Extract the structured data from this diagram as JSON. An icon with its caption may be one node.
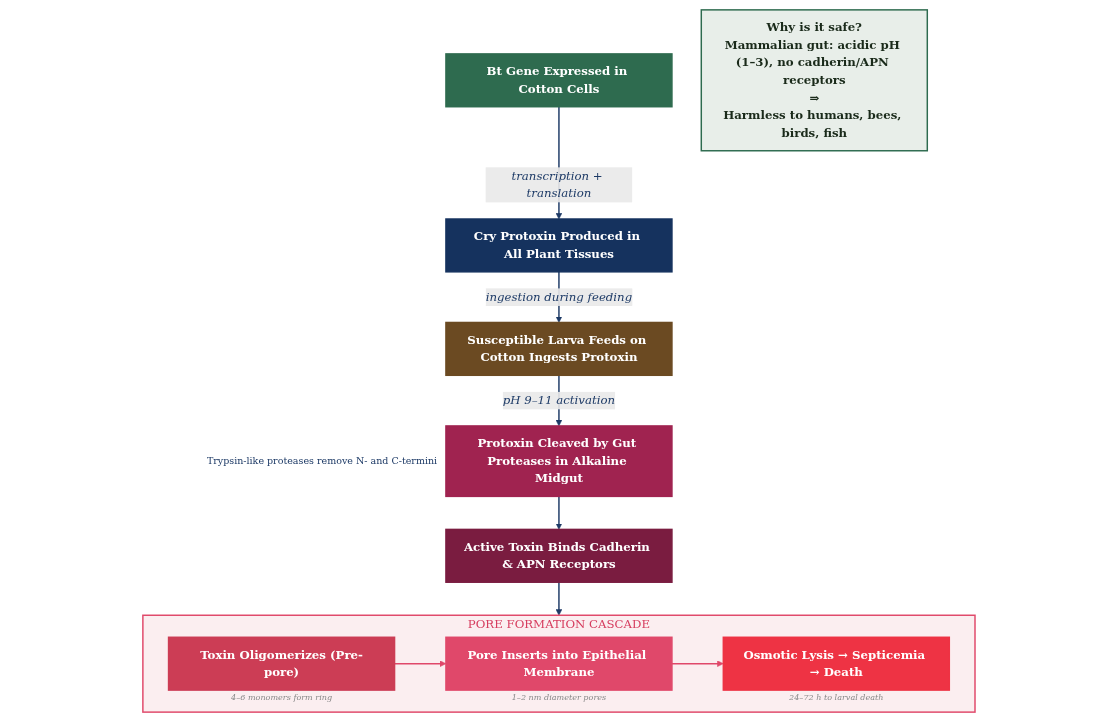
{
  "diagram": {
    "nodes": [
      {
        "text": [
          "Bt Gene Expressed in Cotton Cells"
        ]
      },
      {
        "text": [
          "Cry Protoxin Produced in All Plant Tissues"
        ]
      },
      {
        "text": [
          "Susceptible Larva Feeds on Cotton Ingests Protoxin"
        ]
      },
      {
        "text": [
          "Protoxin Cleaved by Gut Proteases in Alkaline Midgut"
        ],
        "beside": [
          "Trypsin-like proteases remove N- and C-termini"
        ]
      },
      {
        "text": [
          "Active Toxin Binds Cadherin & APN Receptors"
        ]
      },
      {
        "text": [
          "PORE FORMATION CASCADE"
        ]
      },
      {
        "text": [
          "Toxin Oligomerizes (Pre-pore)"
        ],
        "in": 5,
        "beside": [
          "4–6 monomers form ring"
        ]
      },
      {
        "text": [
          "Pore Inserts into Epithelial Membrane"
        ],
        "in": 5,
        "beside": [
          "1–2 nm diameter pores"
        ]
      },
      {
        "text": [
          "Osmotic Lysis → Septicemia → Death"
        ],
        "in": 5,
        "beside": [
          "24–72 h to larval death"
        ]
      },
      {
        "text": [
          "Why is it safe?",
          "Mammalian gut: acidic pH (1–3), no cadherin/APN receptors",
          "⇒",
          "Harmless to humans, bees, birds, fish"
        ]
      }
    ],
    "edges": [
      {
        "from": 0,
        "to": 1,
        "arrow": "to",
        "label": "transcription + translation"
      },
      {
        "from": 1,
        "to": 2,
        "arrow": "to",
        "label": "ingestion during feeding"
      },
      {
        "from": 2,
        "to": 3,
        "arrow": "to",
        "label": "pH 9–11 activation"
      },
      {
        "from": 3,
        "to": 4,
        "arrow": "to"
      },
      {
        "from": 4,
        "to": 5,
        "arrow": "to"
      },
      {
        "from": 6,
        "to": 7,
        "arrow": "to",
        "color": "#e0486a"
      },
      {
        "from": 7,
        "to": 8,
        "arrow": "to",
        "color": "#e0486a"
      }
    ]
  }
}
